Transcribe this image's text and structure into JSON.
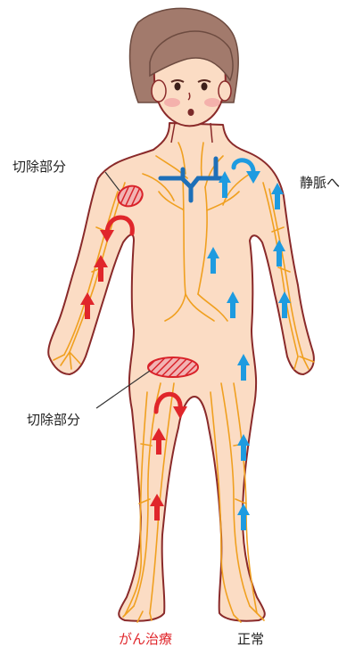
{
  "labels": {
    "excision_arm": "切除部分",
    "excision_groin": "切除部分",
    "to_vein": "静脈へ",
    "cancer_treatment": "がん治療",
    "normal": "正常"
  },
  "colors": {
    "skin": "#fbdcc4",
    "skin_outline": "#8a2a2a",
    "hair": "#a27a6c",
    "lymph_vessel": "#f0a020",
    "arrow_red": "#e0262b",
    "arrow_blue": "#1e9be0",
    "vein_blue": "#1d6fb8",
    "cheek": "#f2a6a6"
  },
  "icons": {
    "red_arrow": "up-arrow-red",
    "blue_arrow": "up-arrow-blue",
    "u_turn_arrow": "u-turn-arrow-red"
  }
}
